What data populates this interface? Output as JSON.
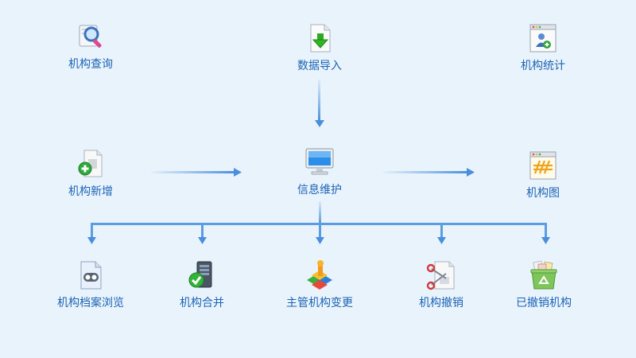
{
  "nodes": {
    "org_query": {
      "label": "机构查询",
      "icon": "search-magnifier-icon"
    },
    "data_import": {
      "label": "数据导入",
      "icon": "download-arrow-icon"
    },
    "org_stats": {
      "label": "机构统计",
      "icon": "stats-window-icon"
    },
    "org_add": {
      "label": "机构新增",
      "icon": "add-document-icon"
    },
    "info_maintain": {
      "label": "信息维护",
      "icon": "monitor-icon"
    },
    "org_chart": {
      "label": "机构图",
      "icon": "org-chart-icon"
    },
    "archive_browse": {
      "label": "机构档案浏览",
      "icon": "archive-document-icon"
    },
    "org_merge": {
      "label": "机构合并",
      "icon": "merge-check-icon"
    },
    "manager_change": {
      "label": "主管机构变更",
      "icon": "manager-change-icon"
    },
    "org_revoke": {
      "label": "机构撤销",
      "icon": "scissors-icon"
    },
    "revoked_orgs": {
      "label": "已撤销机构",
      "icon": "recycle-bin-icon"
    }
  },
  "colors": {
    "background": "#e9f3fc",
    "label": "#1c64b4",
    "connector": "#5b9de0"
  }
}
